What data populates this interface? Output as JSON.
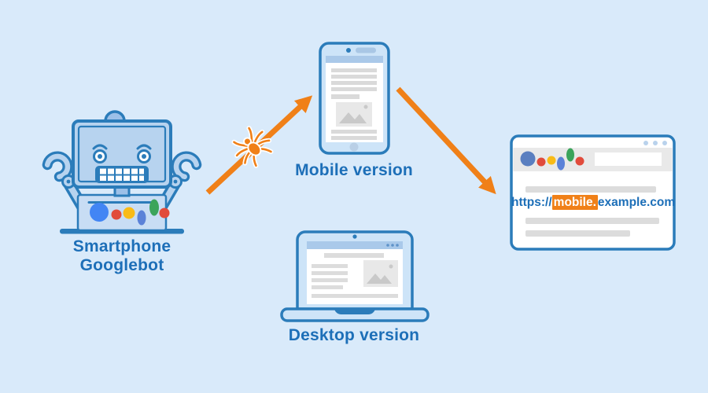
{
  "title": "Smartphone Googlebot mobile-first indexing diagram",
  "colors": {
    "background": "#d9eafa",
    "outline_blue": "#2b7cba",
    "label_blue": "#1d6fb8",
    "accent_orange": "#f08018",
    "robot_fill": "#b7d3ef",
    "device_fill": "#cde4f8",
    "screen_header_blue": "#aac9e9",
    "placeholder_gray": "#dadada",
    "browser_band_gray": "#e9e9e9",
    "google_blue": "#4285f4",
    "google_red": "#e14b3b",
    "google_yellow": "#f9bb17",
    "google_green": "#3ba45b"
  },
  "labels": {
    "robot_line1": "Smartphone",
    "robot_line2": "Googlebot",
    "mobile": "Mobile version",
    "desktop": "Desktop version"
  },
  "browser": {
    "url": {
      "prefix": "https://",
      "highlight": "mobile.",
      "suffix": "example.com"
    }
  },
  "icons": {
    "robot-googlebot-icon": "blue robot with monitor head, gritted teeth and claw arms",
    "crawler-spider-icon": "orange spider on crawl arrow",
    "crawl-arrow-icon": "orange arrow from robot to mobile version",
    "index-arrow-icon": "orange arrow from mobile version to search results",
    "smartphone-icon": "phone with webpage placeholder content",
    "laptop-icon": "laptop with webpage placeholder content",
    "browser-window-icon": "browser window with search result",
    "google-logo-icon": "colored dots logo in search header",
    "image-placeholder-icon": "gray photo placeholder with mountains",
    "window-controls-dots": "three window control dots"
  }
}
